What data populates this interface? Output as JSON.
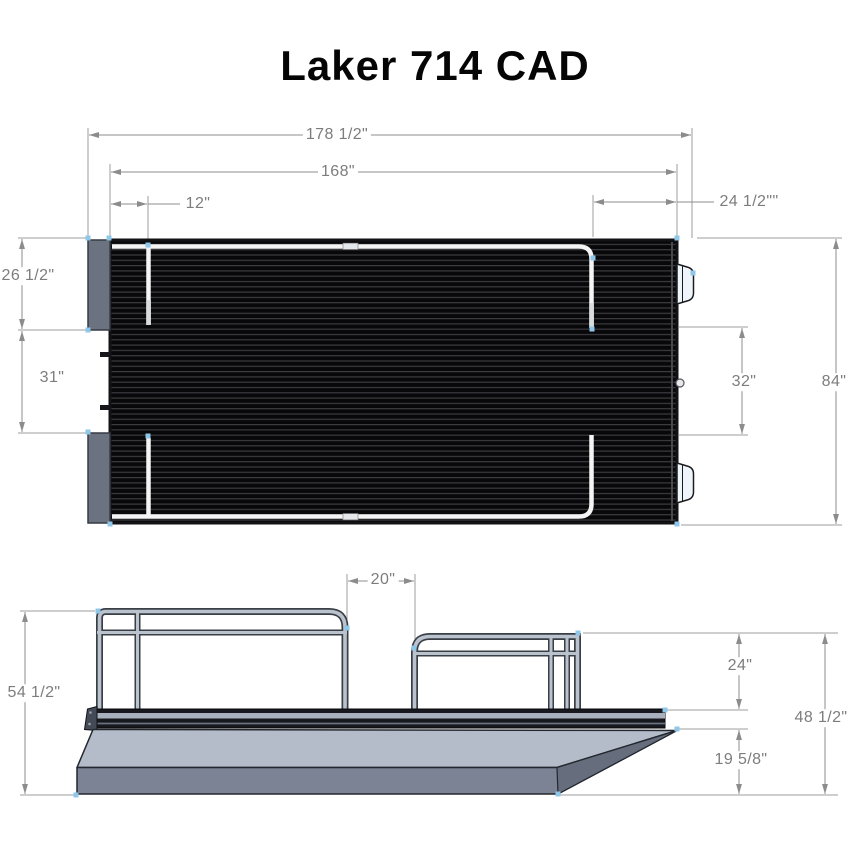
{
  "title": "Laker 714 CAD",
  "top_view": {
    "overall_length": "178 1/2\"",
    "deck_length": "168\"",
    "rail_inset": "12\"",
    "bow_deck": "24 1/2\"\"",
    "stern_bumper": "26 1/2\"",
    "side_gate": "31\"",
    "cleat_spacing": "32\"",
    "beam": "84\""
  },
  "side_view": {
    "gate_opening": "20\"",
    "bow_rail_height": "24\"",
    "bow_height": "48 1/2\"",
    "hull_depth": "19 5/8\"",
    "overall_height": "54 1/2\""
  },
  "colors": {
    "dimension_gray": "#8c8c8c",
    "vertex_marker_blue": "#8fc7e8",
    "deck_black": "#0a0a0b",
    "bumper_gray": "#6b7380",
    "rail_white": "#f4f4f4",
    "rail_tube_gray": "#bac2ce",
    "hull_light": "#b4bcca",
    "hull_mid": "#7b8394",
    "hull_dark": "#666e7e"
  }
}
